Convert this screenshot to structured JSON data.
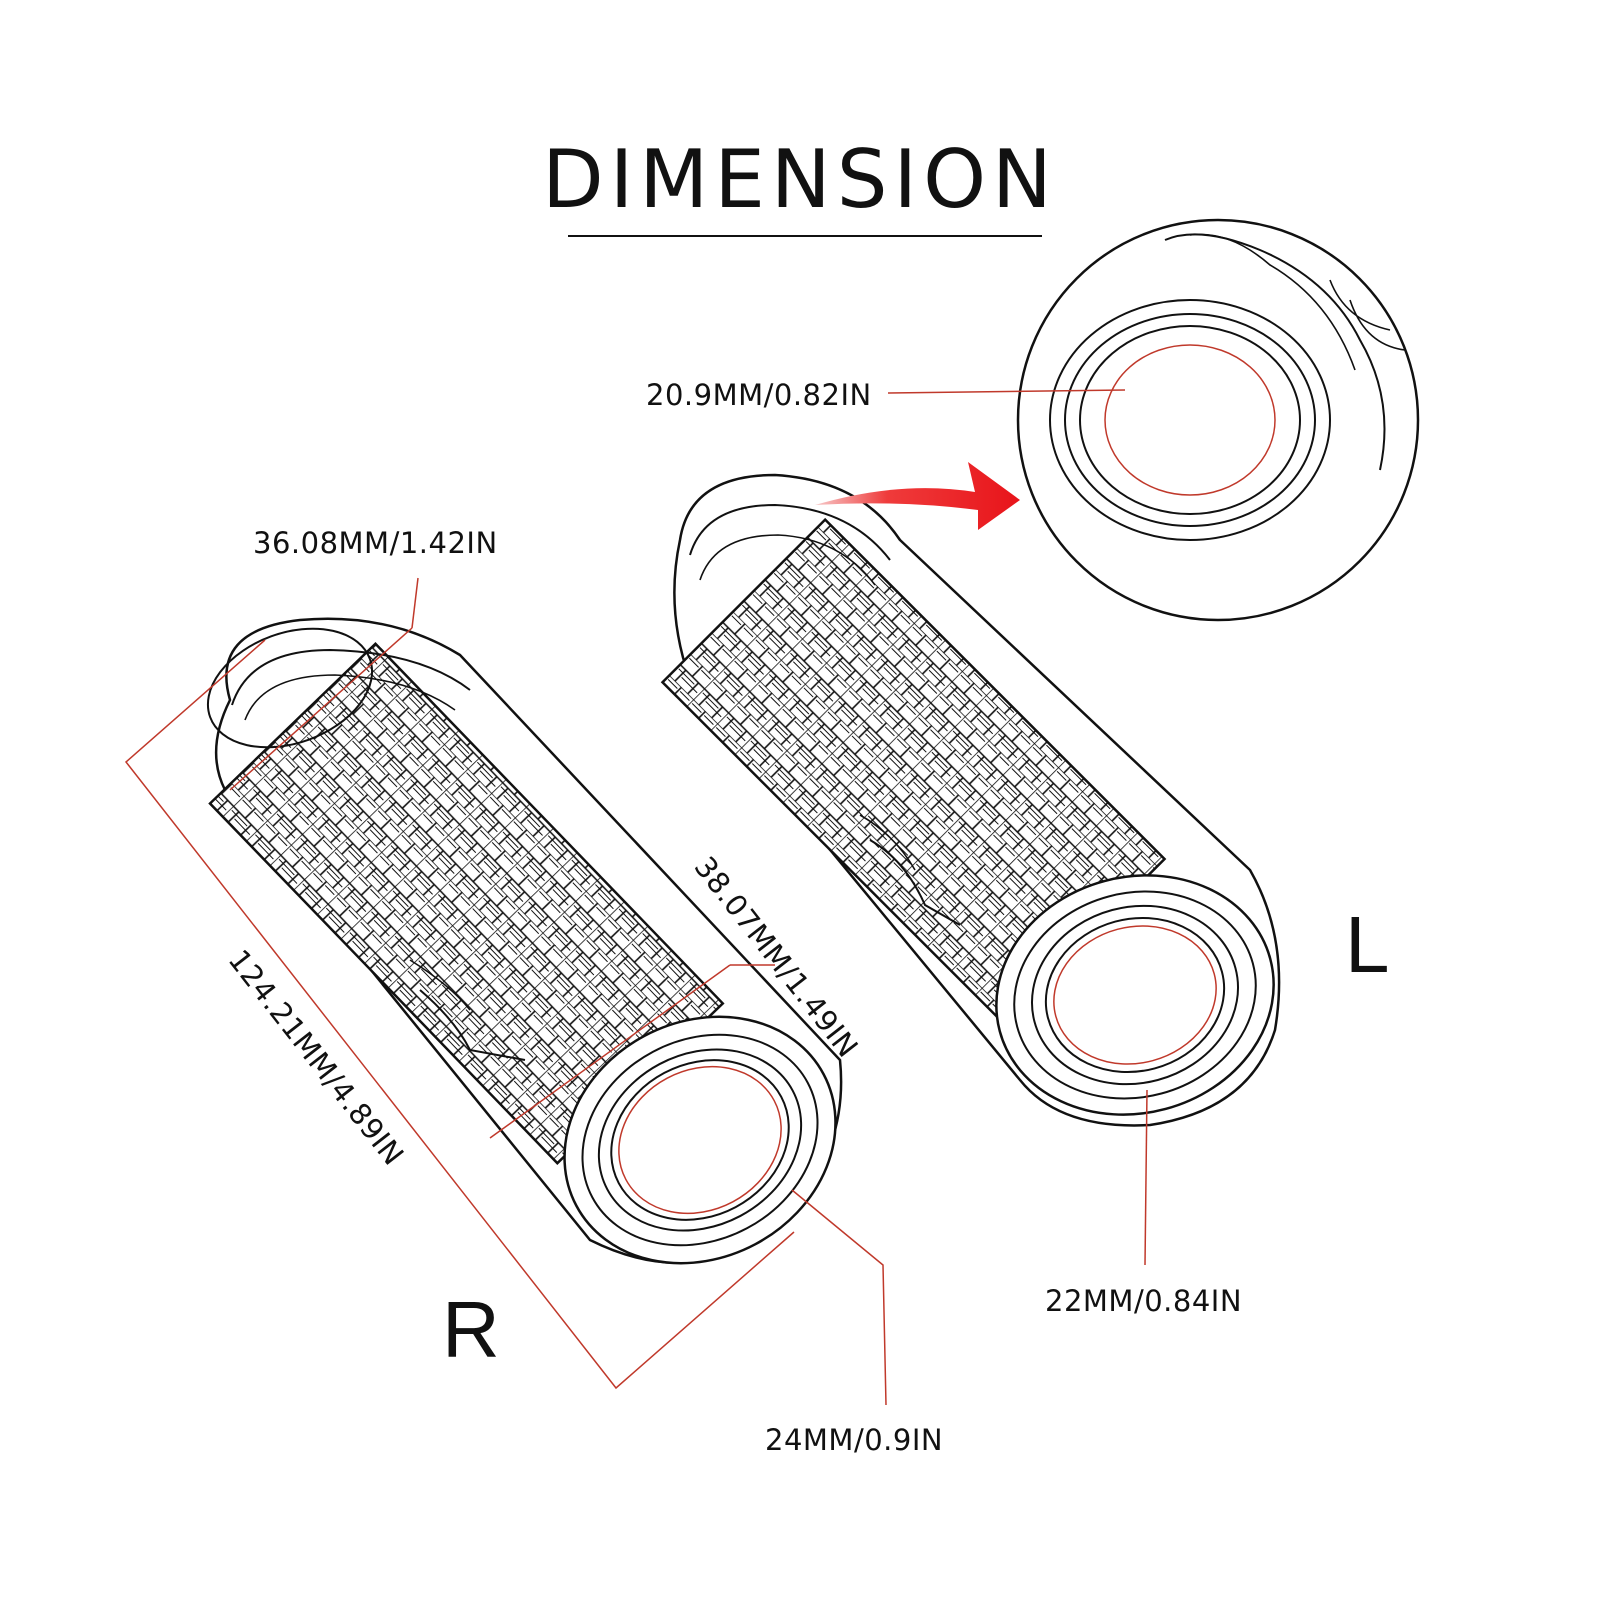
{
  "title": "DIMENSION",
  "labels": {
    "inner_zoom": "20.9MM/0.82IN",
    "end_outer": "36.08MM/1.42IN",
    "mid_outer": "38.07MM/1.49IN",
    "length": "124.21MM/4.89IN",
    "r_bore": "24MM/0.9IN",
    "l_bore": "22MM/0.84IN"
  },
  "sides": {
    "right": "R",
    "left": "L"
  },
  "colors": {
    "line": "#111111",
    "dimension": "#c0392b",
    "arrow": "#e8141a"
  }
}
